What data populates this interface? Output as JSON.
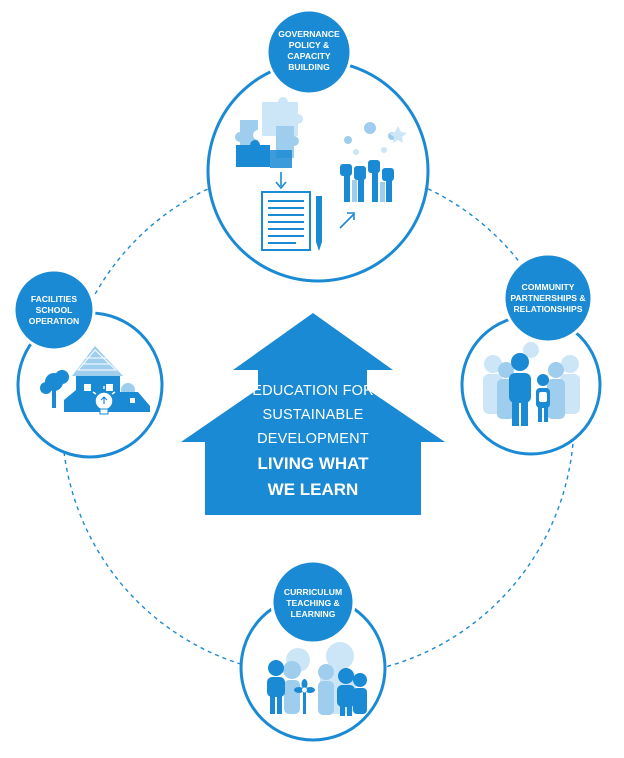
{
  "colors": {
    "primary": "#1a8ad4",
    "light": "#9ecdee",
    "pale": "#cde6f7",
    "line": "#1a8ad4"
  },
  "center": {
    "lines_thin": [
      "EDUCATION FOR",
      "SUSTAINABLE",
      "DEVELOPMENT"
    ],
    "lines_bold": [
      "LIVING WHAT",
      "WE LEARN"
    ]
  },
  "nodes": {
    "governance": {
      "label_lines": [
        "GOVERNANCE",
        "POLICY &",
        "CAPACITY",
        "BUILDING"
      ],
      "icons": [
        "puzzle-icon",
        "document-icon",
        "pencil-icon",
        "raised-hands-icon"
      ]
    },
    "community": {
      "label_lines": [
        "COMMUNITY",
        "PARTNERSHIPS &",
        "RELATIONSHIPS"
      ],
      "icons": [
        "family-group-icon"
      ]
    },
    "curriculum": {
      "label_lines": [
        "CURRICULUM",
        "TEACHING &",
        "LEARNING"
      ],
      "icons": [
        "people-learning-icon",
        "plant-icon"
      ]
    },
    "facilities": {
      "label_lines": [
        "FACILITIES",
        "SCHOOL",
        "OPERATION"
      ],
      "icons": [
        "school-house-icon",
        "light-bulb-icon",
        "tree-icon"
      ]
    }
  }
}
